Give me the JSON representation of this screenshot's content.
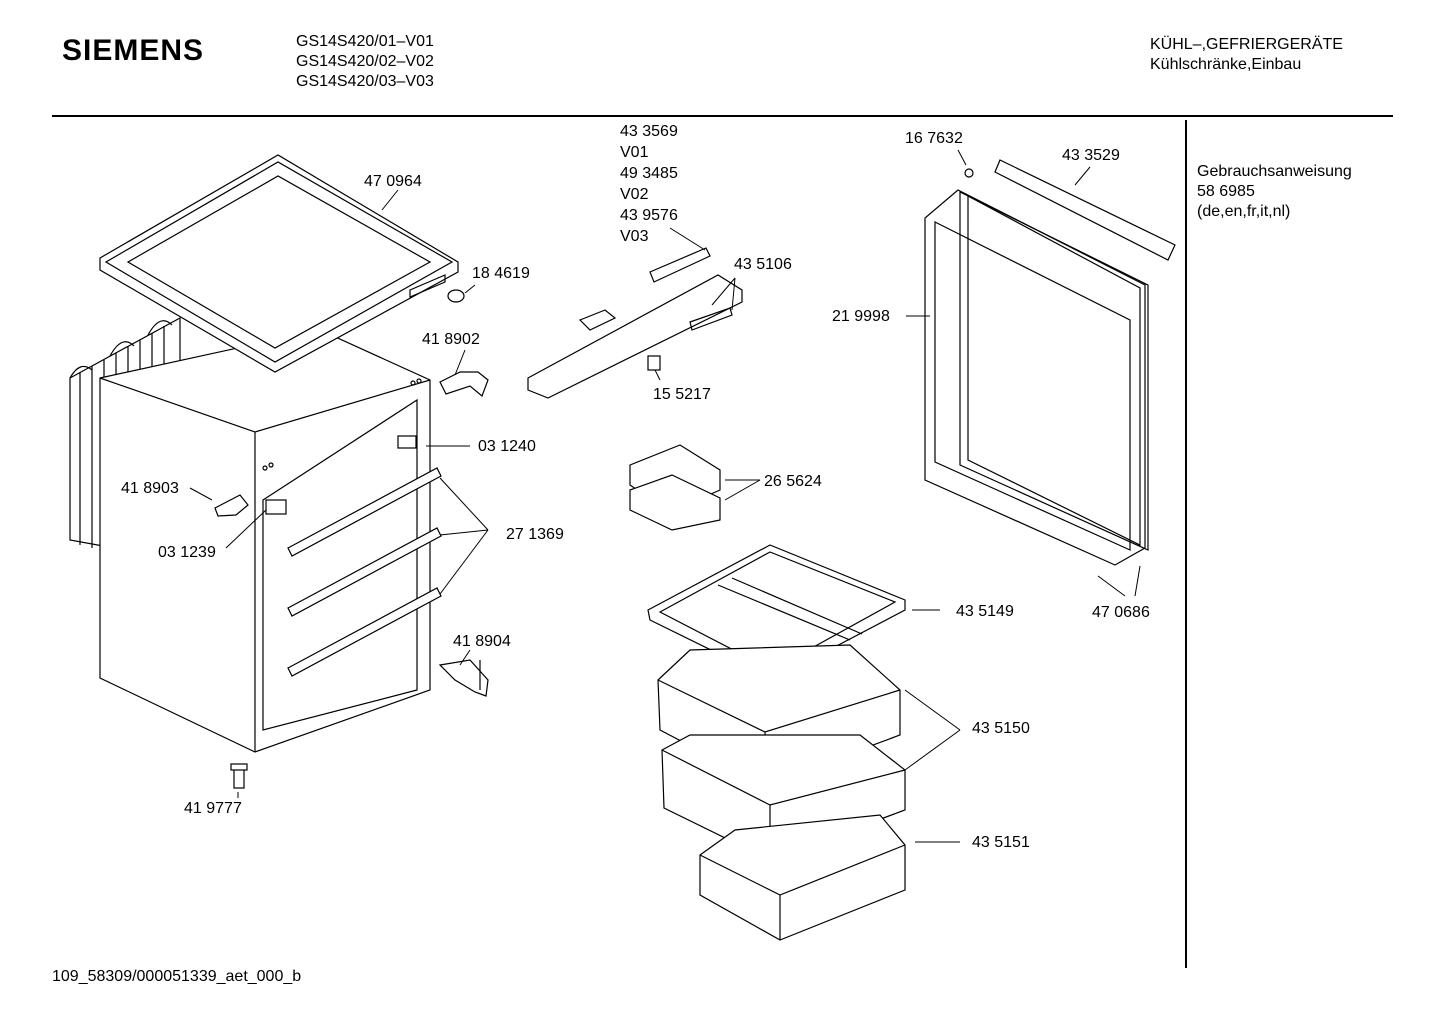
{
  "header": {
    "brand": "SIEMENS",
    "models": [
      "GS14S420/01–V01",
      "GS14S420/02–V02",
      "GS14S420/03–V03"
    ],
    "category": [
      "KÜHL–,GEFRIERGERÄTE",
      "Kühlschränke,Einbau"
    ]
  },
  "manual": [
    "Gebrauchsanweisung",
    "58 6985",
    "(de,en,fr,it,nl)"
  ],
  "parts": {
    "top_cover": "47 0964",
    "plug_184619": "18 4619",
    "hinge_418902": "41 8902",
    "support_031240": "03 1240",
    "hinge_418903": "41 8903",
    "support_031239": "03 1239",
    "rail_271369": "27 1369",
    "hinge_418904": "41 8904",
    "foot_419777": "41 9777",
    "control_433569": "43 3569",
    "v01": "V01",
    "control_493485": "49 3485",
    "v02": "V02",
    "control_439576": "43 9576",
    "v03": "V03",
    "part_435106": "43 5106",
    "knob_155217": "15 5217",
    "accu_265624": "26 5624",
    "part_167632": "16 7632",
    "part_433529": "43 3529",
    "gasket_219998": "21 9998",
    "door_470686": "47 0686",
    "shelf_435149": "43 5149",
    "drawer_435150": "43 5150",
    "drawer_435151": "43 5151"
  },
  "footer": "109_58309/000051339_aet_000_b"
}
